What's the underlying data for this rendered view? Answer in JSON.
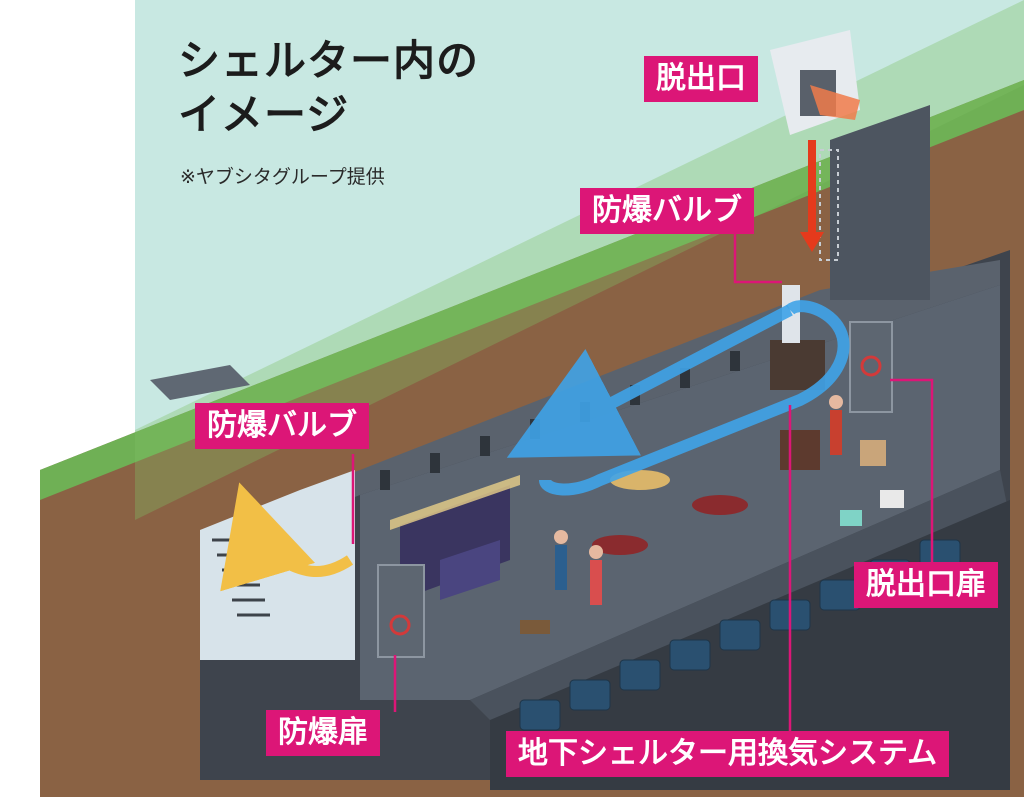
{
  "title": {
    "line1": "シェルター内の",
    "line2": "イメージ"
  },
  "credit": "※ヤブシタグループ提供",
  "labels": {
    "escape_exit": "脱出口",
    "valve_upper": "防爆バルブ",
    "valve_left": "防爆バルブ",
    "escape_door": "脱出口扉",
    "blast_door": "防爆扉",
    "ventilation_system": "地下シェルター用換気システム"
  },
  "colors": {
    "label_bg": "#dc1677",
    "label_text": "#ffffff",
    "sky": "#c8e8e2",
    "grass": "#6fb055",
    "soil": "#8a6244",
    "concrete": "#4a525d",
    "airflow_blue": "#3fa3e8",
    "airflow_yellow": "#f2bf46",
    "intake_red": "#e53a1c"
  }
}
